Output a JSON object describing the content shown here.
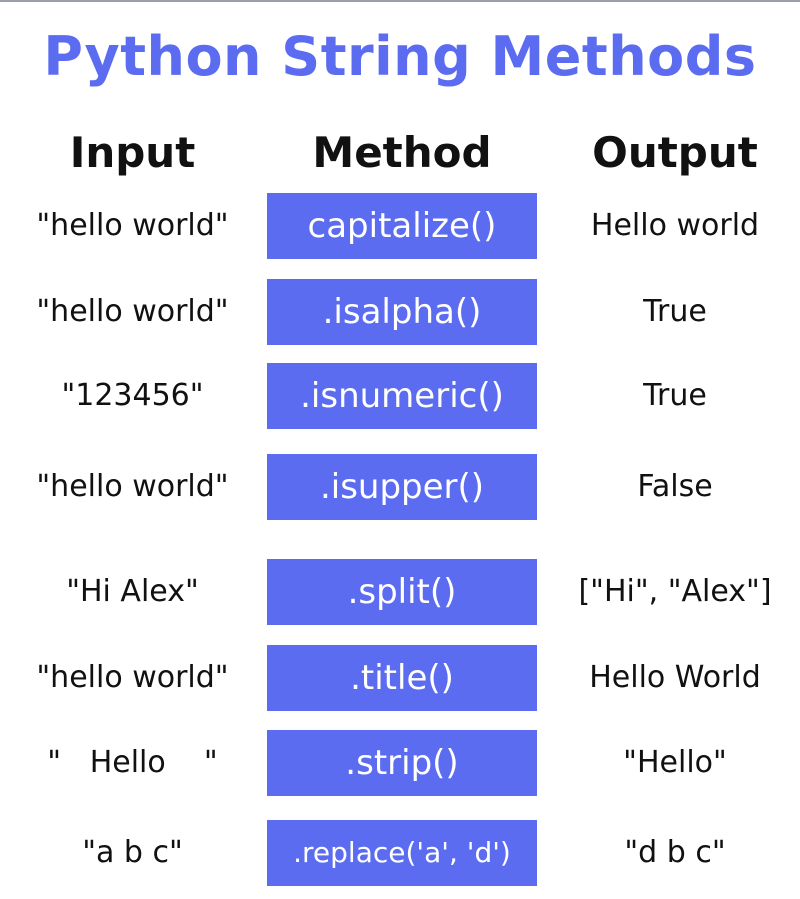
{
  "title": "Python String Methods",
  "headers": {
    "input": "Input",
    "method": "Method",
    "output": "Output"
  },
  "rows": [
    {
      "input": "\"hello world\"",
      "method": "capitalize()",
      "output": "Hello world"
    },
    {
      "input": "\"hello world\"",
      "method": ".isalpha()",
      "output": "True"
    },
    {
      "input": "\"123456\"",
      "method": ".isnumeric()",
      "output": "True"
    },
    {
      "input": "\"hello world\"",
      "method": ".isupper()",
      "output": "False"
    },
    {
      "input": "\"Hi Alex\"",
      "method": ".split()",
      "output": "[\"Hi\", \"Alex\"]"
    },
    {
      "input": "\"hello world\"",
      "method": ".title()",
      "output": "Hello World"
    },
    {
      "input": "\"   Hello    \"",
      "method": ".strip()",
      "output": "\"Hello\""
    },
    {
      "input": "\"a b c\"",
      "method": ".replace('a', 'd')",
      "output": "\"d b c\""
    }
  ],
  "colors": {
    "accent": "#5b6cf0",
    "text": "#111111",
    "background": "#ffffff"
  }
}
